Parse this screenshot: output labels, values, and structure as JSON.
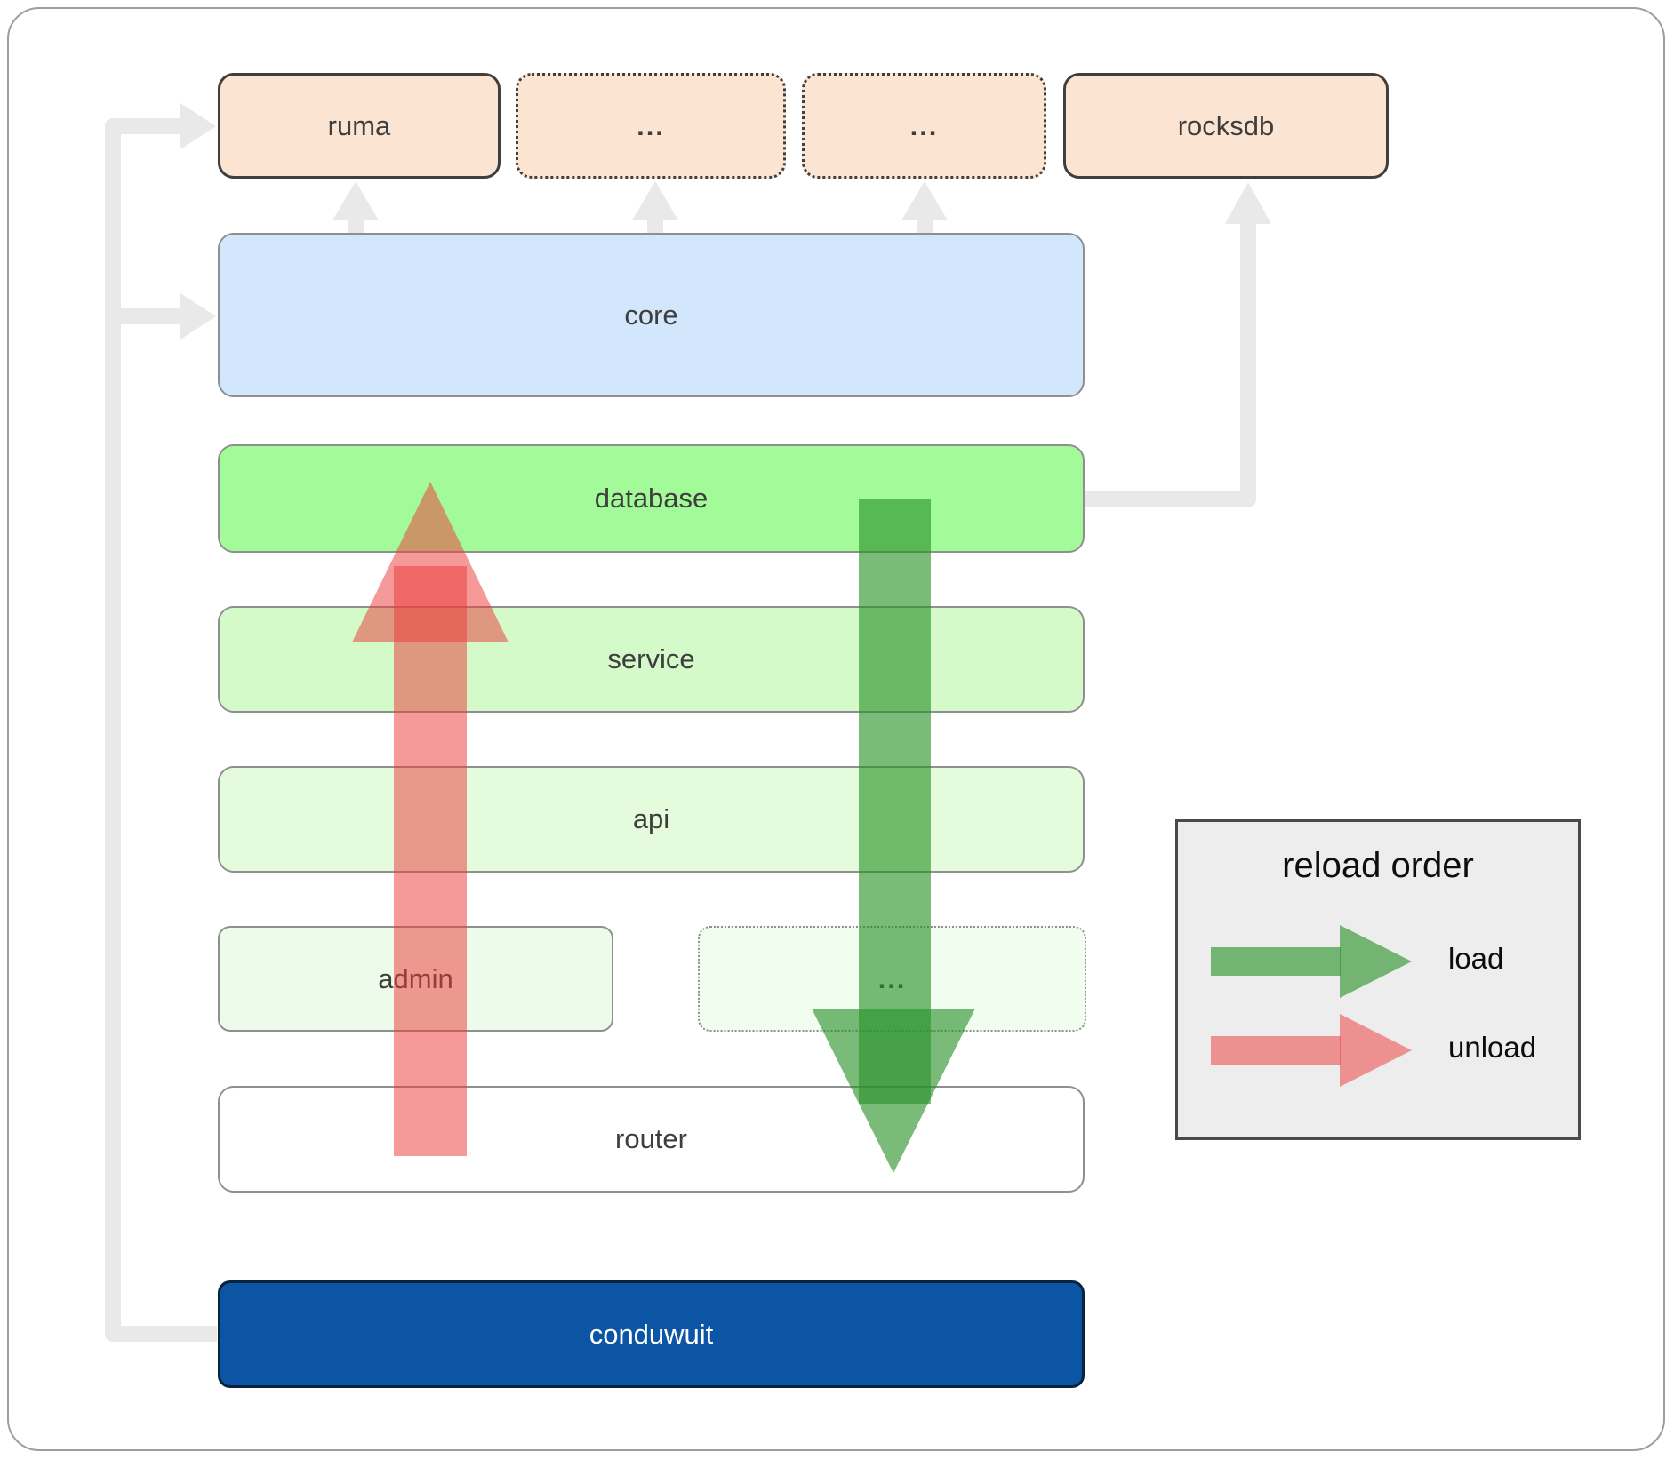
{
  "diagram": {
    "nodes": {
      "ruma": {
        "label": "ruma"
      },
      "top_dots_1": {
        "label": "..."
      },
      "top_dots_2": {
        "label": "..."
      },
      "rocksdb": {
        "label": "rocksdb"
      },
      "core": {
        "label": "core"
      },
      "database": {
        "label": "database"
      },
      "service": {
        "label": "service"
      },
      "api": {
        "label": "api"
      },
      "admin": {
        "label": "admin"
      },
      "mid_dots": {
        "label": "..."
      },
      "router": {
        "label": "router"
      },
      "conduwuit": {
        "label": "conduwuit"
      }
    },
    "edges": [
      {
        "from": "core",
        "to": "ruma",
        "style": "gray-arrow"
      },
      {
        "from": "core",
        "to": "top_dots_1",
        "style": "gray-arrow"
      },
      {
        "from": "core",
        "to": "top_dots_2",
        "style": "gray-arrow"
      },
      {
        "from": "database",
        "to": "rocksdb",
        "style": "gray-arrow"
      },
      {
        "from": "conduwuit",
        "to": "ruma",
        "style": "gray-arrow"
      },
      {
        "from": "conduwuit",
        "to": "core",
        "style": "gray-arrow"
      },
      {
        "from": "database",
        "to": "router",
        "type": "load",
        "color": "#289128"
      },
      {
        "from": "router",
        "to": "database",
        "type": "unload",
        "color": "#eb3c3c"
      }
    ],
    "colors": {
      "peach_box": "#fce4d2",
      "core_box": "#d2e7fc",
      "database_box": "#a3fa98",
      "service_box": "#d4fac9",
      "api_box": "#e4fcdb",
      "admin_box": "#edfcea",
      "mid_dots_box": "#f1fdef",
      "router_box": "#ffffff",
      "conduwuit_box": "#0b55a4",
      "gray_connector": "#e9e9e9",
      "load_arrow": "#289128",
      "unload_arrow": "#eb3c3c"
    }
  },
  "legend": {
    "title": "reload order",
    "items": [
      {
        "label": "load",
        "color": "#289128"
      },
      {
        "label": "unload",
        "color": "#eb3c3c"
      }
    ]
  }
}
